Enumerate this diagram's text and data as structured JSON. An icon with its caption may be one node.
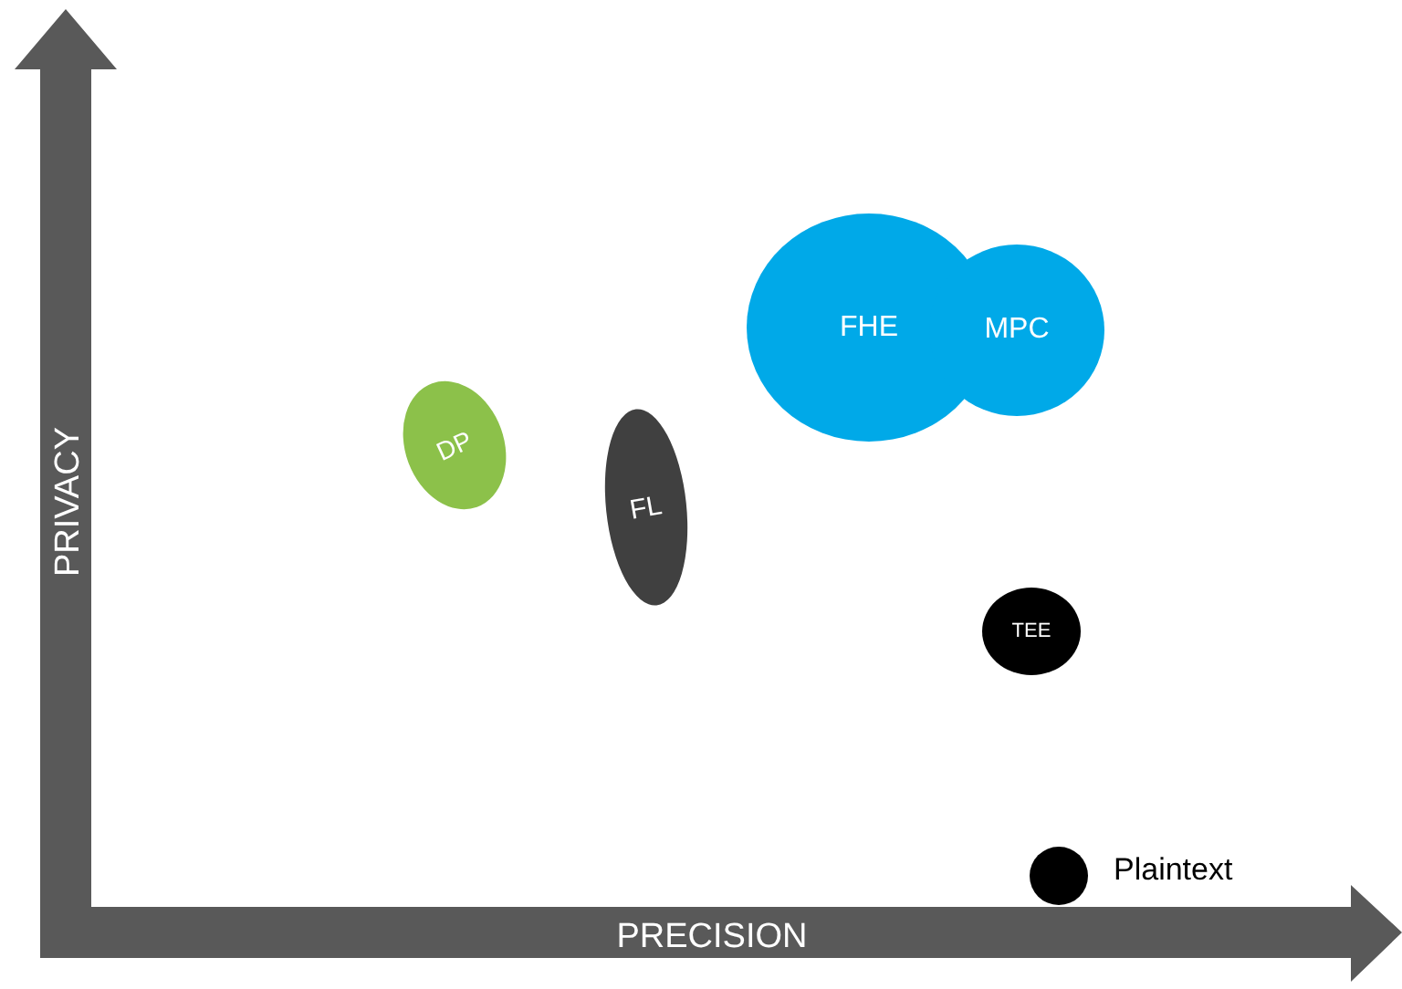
{
  "diagram": {
    "nodes": [
      {
        "text": [
          "FHE"
        ]
      },
      {
        "text": [
          "MPC"
        ]
      },
      {
        "text": [
          "DP"
        ]
      },
      {
        "text": [
          "FL"
        ]
      },
      {
        "text": [
          "TEE"
        ]
      },
      {
        "text": [],
        "shape": "circle",
        "beside": [
          "Plaintext"
        ]
      }
    ],
    "edges": [],
    "labels": [
      "PRIVACY",
      "PRECISION"
    ]
  }
}
